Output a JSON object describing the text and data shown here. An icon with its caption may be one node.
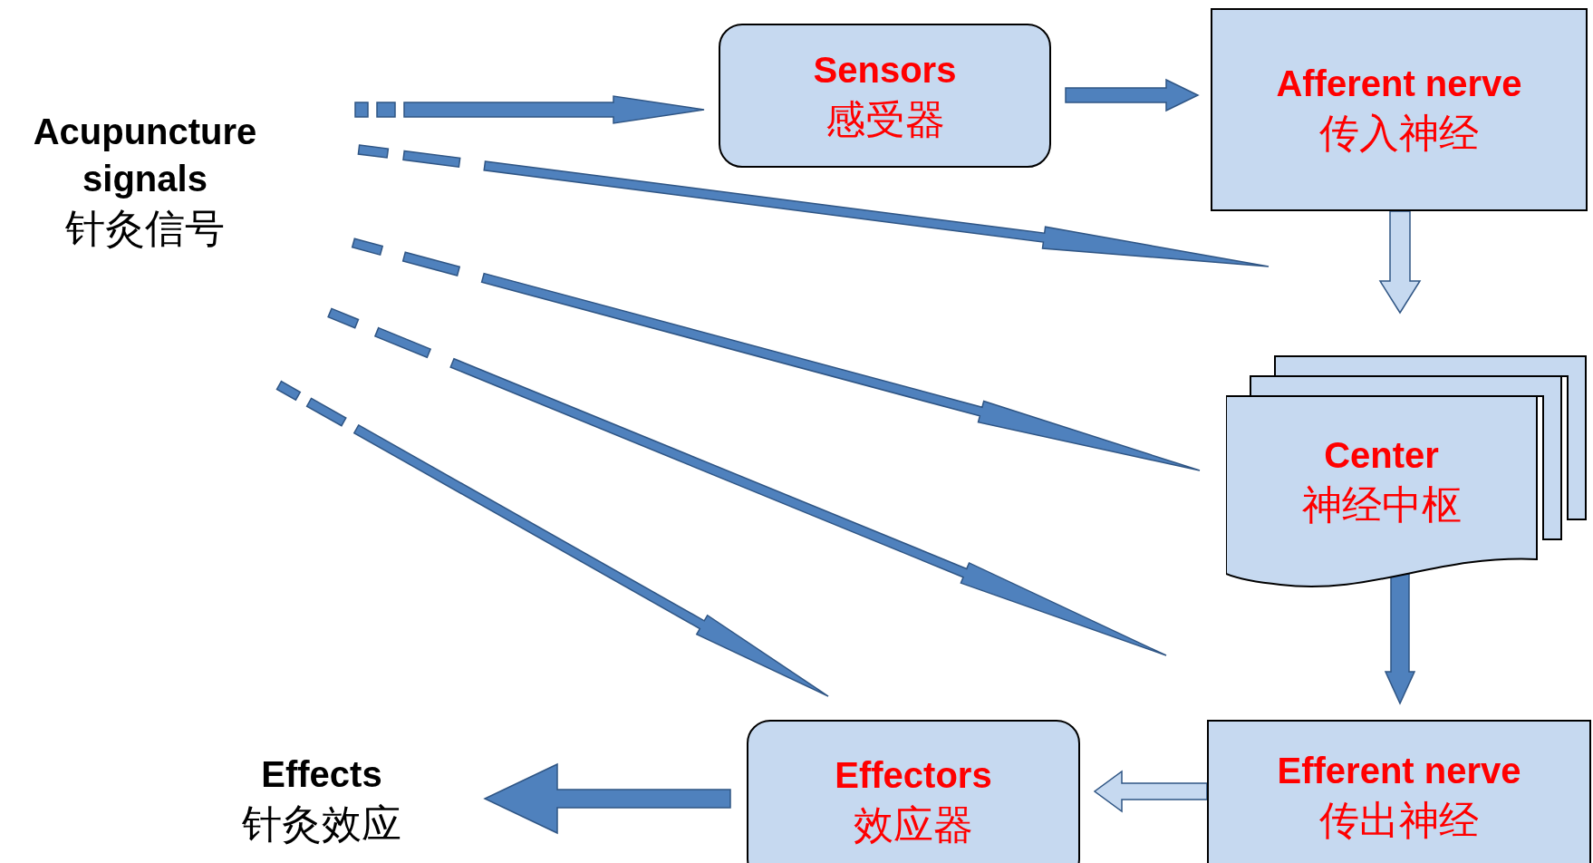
{
  "diagram": {
    "nodes": [
      {
        "text": [
          "Acupuncture signals",
          "针灸信号"
        ]
      },
      {
        "text": [
          "Sensors",
          "感受器"
        ]
      },
      {
        "text": [
          "Afferent nerve",
          "传入神经"
        ]
      },
      {
        "text": [
          "Center",
          "神经中枢"
        ]
      },
      {
        "text": [
          "Efferent nerve",
          "传出神经"
        ]
      },
      {
        "text": [
          "Effectors",
          "效应器"
        ]
      },
      {
        "text": [
          "Effects",
          "针灸效应"
        ]
      }
    ],
    "edges": [
      {
        "from": 0,
        "to": 1,
        "arrow": "to",
        "style": "dashed"
      },
      {
        "from": 0,
        "to": 2,
        "arrow": "to",
        "style": "dashed"
      },
      {
        "from": 0,
        "to": 3,
        "arrow": "to",
        "style": "dashed"
      },
      {
        "from": 0,
        "to": 4,
        "arrow": "to",
        "style": "dashed"
      },
      {
        "from": 0,
        "to": 5,
        "arrow": "to",
        "style": "dashed"
      },
      {
        "from": 1,
        "to": 2,
        "arrow": "to"
      },
      {
        "from": 2,
        "to": 3,
        "arrow": "to",
        "color": "#c6d9f0"
      },
      {
        "from": 3,
        "to": 4,
        "arrow": "to"
      },
      {
        "from": 4,
        "to": 5,
        "arrow": "to",
        "color": "#c6d9f0"
      },
      {
        "from": 5,
        "to": 6,
        "arrow": "to"
      }
    ]
  }
}
